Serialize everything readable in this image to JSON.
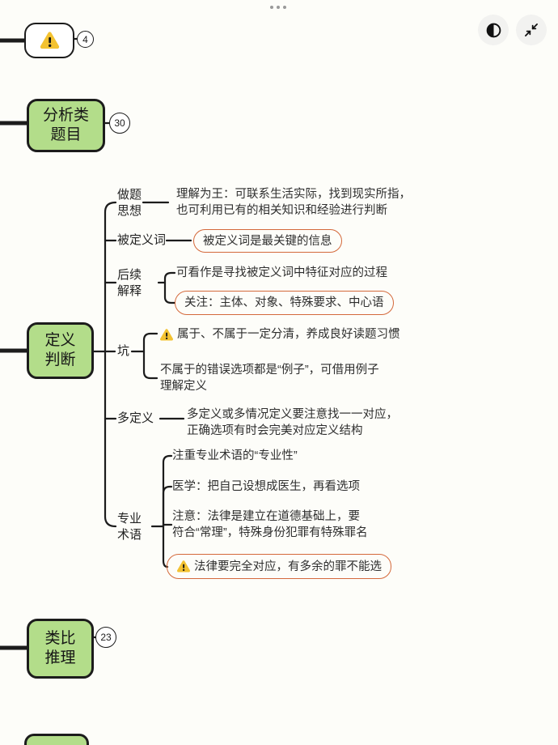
{
  "chrome": {
    "more_menu": "more-options",
    "contrast_button": "contrast-toggle",
    "collapse_button": "collapse-view"
  },
  "main_nodes": {
    "warning_node": {
      "icon": "warning-triangle",
      "badge": "4"
    },
    "analysis_node": {
      "label": "分析类题目",
      "badge": "30"
    },
    "definition_node": {
      "label": "定义判断"
    },
    "analogy_node": {
      "label": "类比推理",
      "badge": "23"
    }
  },
  "branches": [
    {
      "label": "做题思想",
      "children": [
        {
          "style": "plain",
          "lines": [
            "理解为王：可联系生活实际，找到现实所指，",
            "也可利用已有的相关知识和经验进行判断"
          ]
        }
      ]
    },
    {
      "label": "被定义词",
      "children": [
        {
          "style": "outlined",
          "lines": [
            "被定义词是最关键的信息"
          ]
        }
      ]
    },
    {
      "label": "后续解释",
      "children": [
        {
          "style": "plain",
          "lines": [
            "可看作是寻找被定义词中特征对应的过程"
          ]
        },
        {
          "style": "outlined",
          "lines": [
            "关注：主体、对象、特殊要求、中心语"
          ]
        }
      ]
    },
    {
      "label": "坑",
      "children": [
        {
          "style": "plain",
          "warning_icon": true,
          "lines": [
            "属于、不属于一定分清，养成良好读题习惯"
          ]
        },
        {
          "style": "plain",
          "lines": [
            "不属于的错误选项都是“例子”，可借用例子",
            "理解定义"
          ]
        }
      ]
    },
    {
      "label": "多定义",
      "children": [
        {
          "style": "plain",
          "lines": [
            "多定义或多情况定义要注意找一一对应，",
            "正确选项有时会完美对应定义结构"
          ]
        }
      ]
    },
    {
      "label": "专业术语",
      "children": [
        {
          "style": "plain",
          "lines": [
            "注重专业术语的“专业性”"
          ]
        },
        {
          "style": "plain",
          "lines": [
            "医学：把自己设想成医生，再看选项"
          ]
        },
        {
          "style": "plain",
          "lines": [
            "注意：法律是建立在道德基础上，要",
            "符合“常理”，特殊身份犯罪有特殊罪名"
          ]
        },
        {
          "style": "outlined",
          "warning_icon": true,
          "lines": [
            "法律要完全对应，有多余的罪不能选"
          ]
        }
      ]
    }
  ],
  "colors": {
    "node_green": "#b3dd8a",
    "outline_orange": "#d4693b",
    "warning_yellow": "#f3c231",
    "line_black": "#1c1c1c",
    "background": "#fdfdf9"
  }
}
